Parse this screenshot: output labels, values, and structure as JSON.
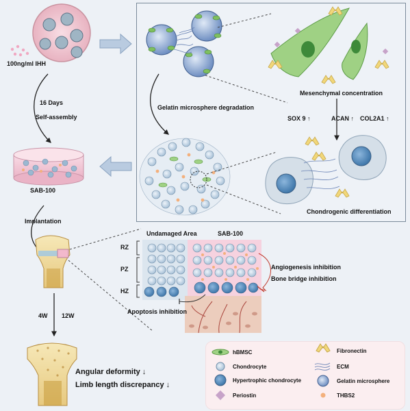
{
  "labels": {
    "ihh": "100ng/ml IHH",
    "days": "16 Days",
    "self_assembly": "Self-assembly",
    "sab_left": "SAB-100",
    "implantation": "Implantation",
    "gelatin_degradation": "Gelatin microsphere degradation",
    "mesenchymal": "Mesenchymal concentration",
    "sox9": "SOX 9",
    "acan": "ACAN",
    "col2a1": "COL2A1",
    "chondrogenic": "Chondrogenic differentiation",
    "undamaged": "Undamaged Area",
    "sab_right": "SAB-100",
    "rz": "RZ",
    "pz": "PZ",
    "hz": "HZ",
    "angiogenesis": "Angiogenesis inhibition",
    "bone_bridge": "Bone bridge inhibition",
    "apoptosis": "Apoptosis inhibition",
    "week4": "4W",
    "week12": "12W",
    "angular": "Angular deformity",
    "limb": "Limb length discrepancy"
  },
  "legend": {
    "hbmsc": "hBMSC",
    "chondrocyte": "Chondrocyte",
    "hypertrophic": "Hypertrophic chondrocyte",
    "periostin": "Periostin",
    "fibronectin": "Fibronectin",
    "ecm": "ECM",
    "gelatin": "Gelatin microsphere",
    "thbs2": "THBS2"
  },
  "arrows": {
    "up": "↑",
    "down": "↓"
  },
  "colors": {
    "mesenchymal_cell": "#7fbf5f",
    "chondrocyte": "#b9cfe0",
    "nucleus": "#4f86b8",
    "periostin": "#c7a3c9",
    "fibronectin": "#f1d77a",
    "thbs2": "#f3b07c",
    "sab_disk": "#f2c8d6",
    "legend_bg": "#fbeef0"
  }
}
